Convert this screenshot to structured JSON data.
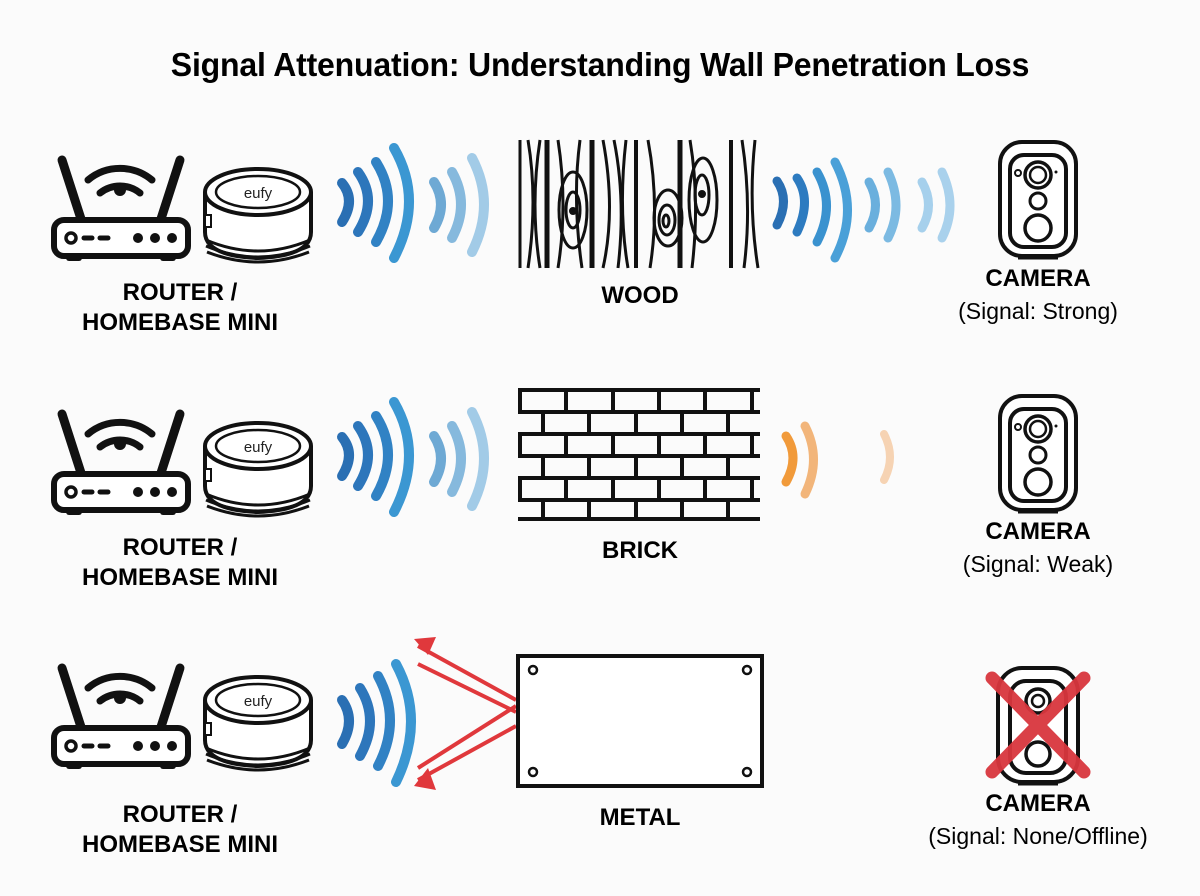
{
  "title": "Signal Attenuation: Understanding Wall Penetration Loss",
  "colors": {
    "signal_strong": "#2a78c0",
    "signal_fade": "#9cc8e6",
    "signal_weak": "#f0a040",
    "reflection": "#e0383c",
    "offline_x": "#d9363e"
  },
  "rows": [
    {
      "source_label_line1": "ROUTER /",
      "source_label_line2": "HOMEBASE MINI",
      "hub_logo": "eufy",
      "material": "WOOD",
      "camera_label": "CAMERA",
      "camera_status": "(Signal: Strong)",
      "outcome": "penetrates"
    },
    {
      "source_label_line1": "ROUTER /",
      "source_label_line2": "HOMEBASE MINI",
      "hub_logo": "eufy",
      "material": "BRICK",
      "camera_label": "CAMERA",
      "camera_status": "(Signal: Weak)",
      "outcome": "attenuated"
    },
    {
      "source_label_line1": "ROUTER /",
      "source_label_line2": "HOMEBASE MINI",
      "hub_logo": "eufy",
      "material": "METAL",
      "camera_label": "CAMERA",
      "camera_status": "(Signal: None/Offline)",
      "outcome": "reflected"
    }
  ]
}
